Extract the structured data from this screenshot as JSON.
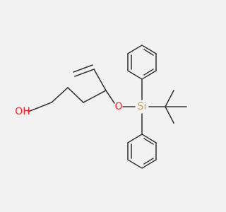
{
  "atoms": {
    "hydroxyl": "OH",
    "ether_oxygen": "O",
    "silicon": "Si"
  },
  "colors": {
    "background": "#f2f2f2",
    "bond": "#3a3a3a",
    "oxygen": "#ff1f1f",
    "silicon": "#cfa055"
  }
}
